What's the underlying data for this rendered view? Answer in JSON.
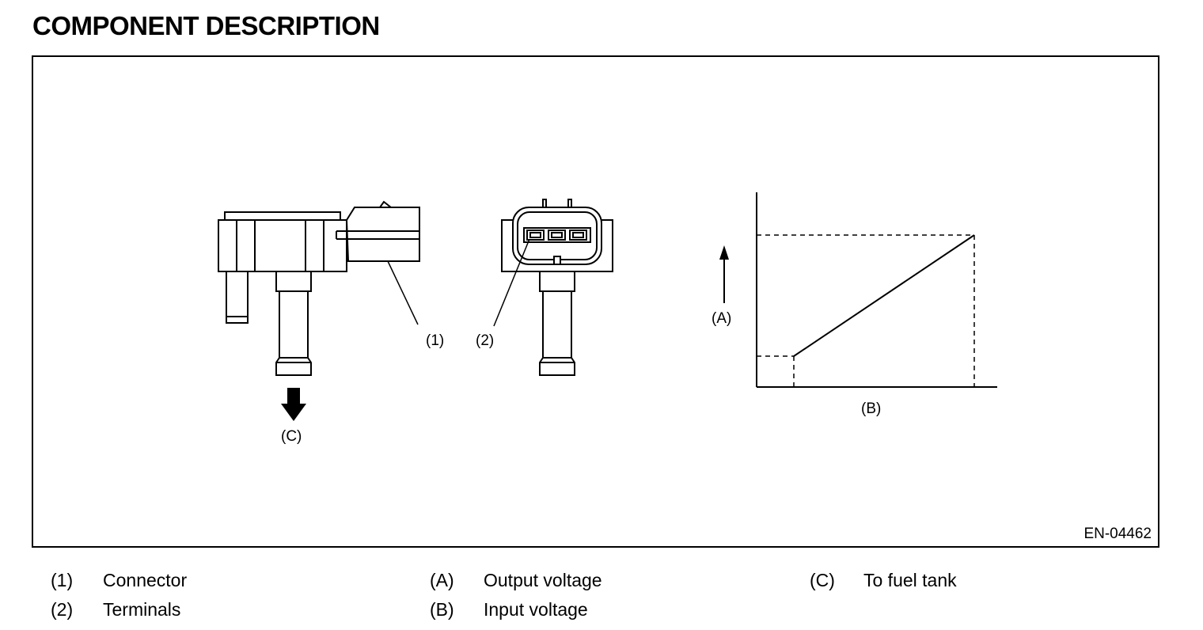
{
  "title": "COMPONENT DESCRIPTION",
  "figure_code": "EN-04462",
  "callouts": {
    "c1": "(1)",
    "c2": "(2)",
    "a": "(A)",
    "b": "(B)",
    "c": "(C)"
  },
  "legend": [
    {
      "key": "(1)",
      "text": "Connector"
    },
    {
      "key": "(2)",
      "text": "Terminals"
    },
    {
      "key": "(A)",
      "text": "Output voltage"
    },
    {
      "key": "(B)",
      "text": "Input voltage"
    },
    {
      "key": "(C)",
      "text": "To fuel tank"
    }
  ],
  "icons": {
    "flow_arrow": "down-arrow-icon",
    "axis_arrow": "up-arrow-icon"
  }
}
